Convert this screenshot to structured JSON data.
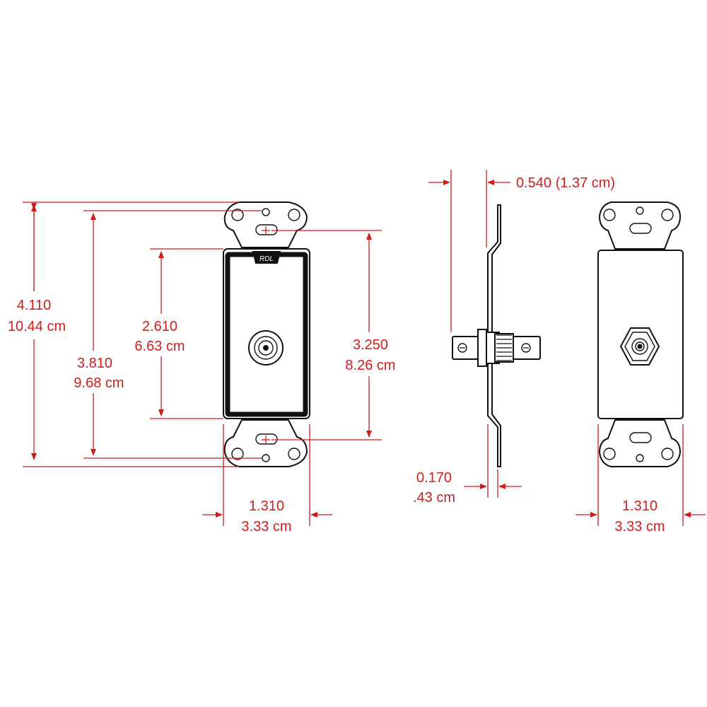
{
  "front_view": {
    "brand_label": "RDL",
    "overall_height": {
      "inches": "4.110",
      "cm": "10.44 cm"
    },
    "mount_hole_spacing": {
      "inches": "3.810",
      "cm": "9.68 cm"
    },
    "panel_height": {
      "inches": "2.610",
      "cm": "6.63 cm"
    },
    "screw_spacing": {
      "inches": "3.250",
      "cm": "8.26 cm"
    },
    "width": {
      "inches": "1.310",
      "cm": "3.33 cm"
    }
  },
  "side_view": {
    "depth": {
      "label": "0.540 (1.37 cm)"
    },
    "plate_thickness": {
      "inches": "0.170",
      "cm": ".43 cm"
    }
  },
  "rear_view": {
    "width": {
      "inches": "1.310",
      "cm": "3.33 cm"
    }
  },
  "colors": {
    "dimension": "#d21b1b",
    "outline": "#111111"
  }
}
